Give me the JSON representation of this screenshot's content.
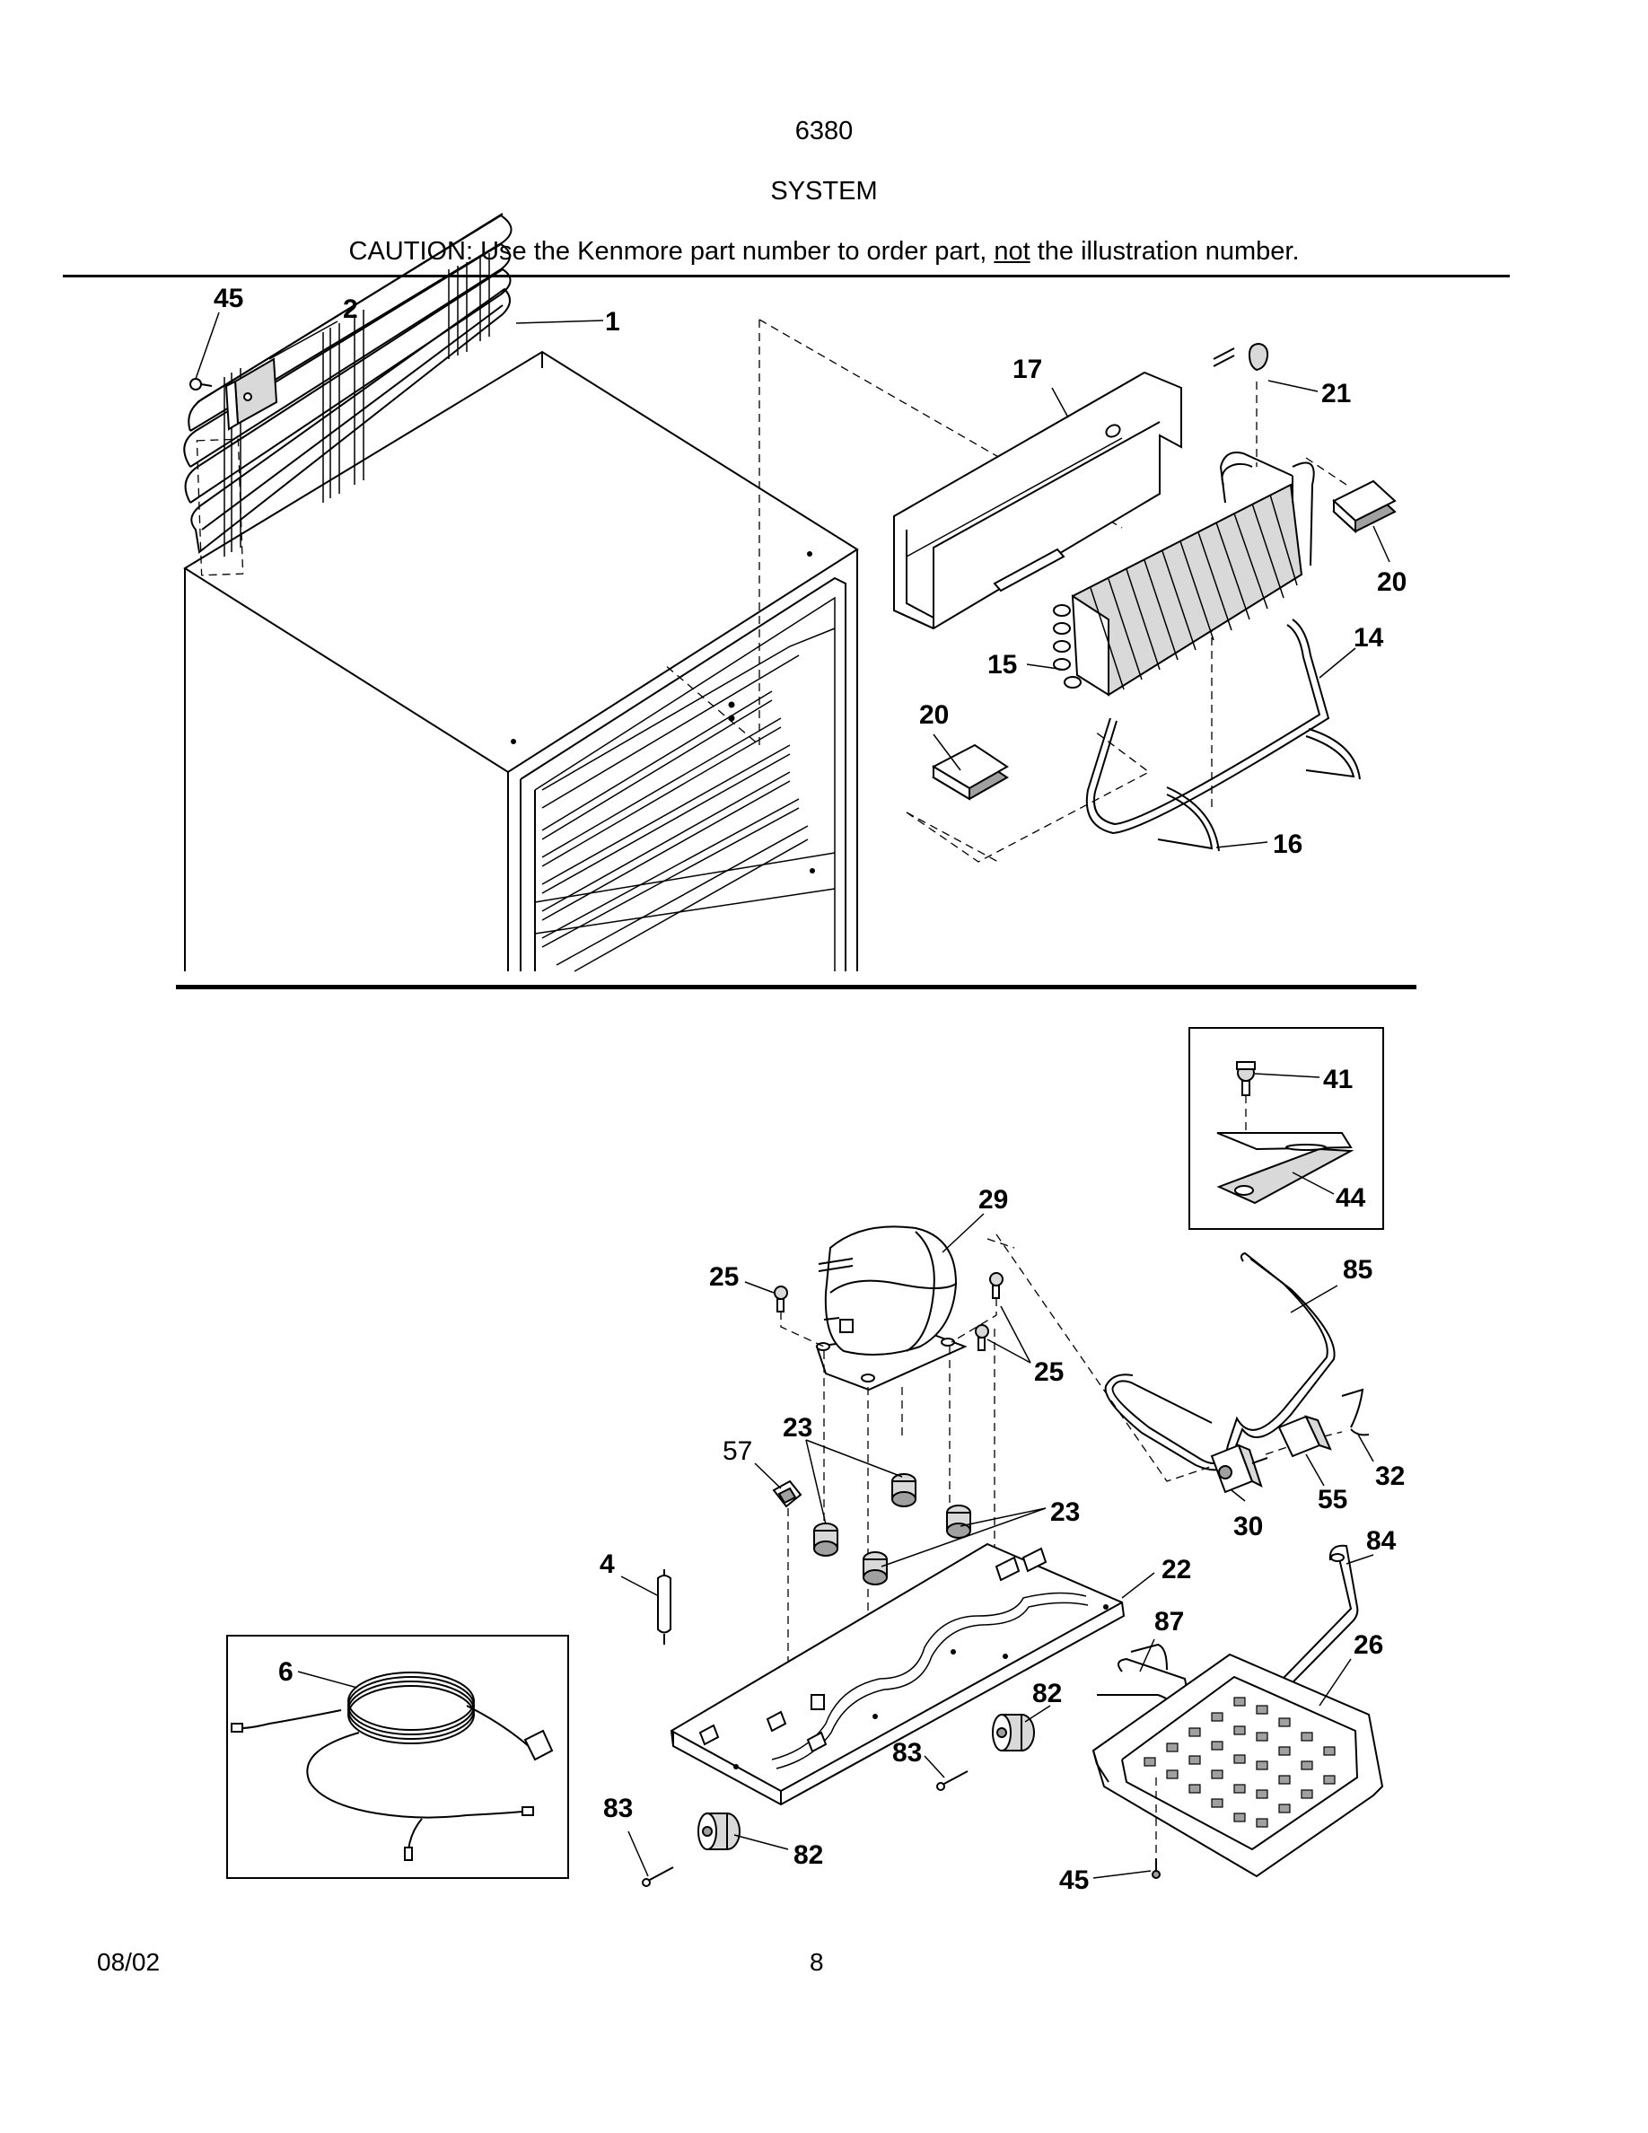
{
  "header": {
    "model": "6380",
    "section": "SYSTEM",
    "caution_prefix": "CAUTION: Use the Kenmore part number to order part, ",
    "caution_emphasis": "not",
    "caution_suffix": " the illustration number."
  },
  "footer": {
    "date": "08/02",
    "page": "8"
  },
  "callouts": {
    "c45a": "45",
    "c2": "2",
    "c1": "1",
    "c17": "17",
    "c21": "21",
    "c20a": "20",
    "c14": "14",
    "c15": "15",
    "c20b": "20",
    "c16": "16",
    "c41": "41",
    "c44": "44",
    "c29": "29",
    "c25a": "25",
    "c25b": "25",
    "c85": "85",
    "c23a": "23",
    "c57": "57",
    "c32": "32",
    "c55": "55",
    "c30": "30",
    "c23b": "23",
    "c4": "4",
    "c22": "22",
    "c84": "84",
    "c6": "6",
    "c87": "87",
    "c26": "26",
    "c82a": "82",
    "c83a": "83",
    "c83b": "83",
    "c82b": "82",
    "c45b": "45"
  }
}
